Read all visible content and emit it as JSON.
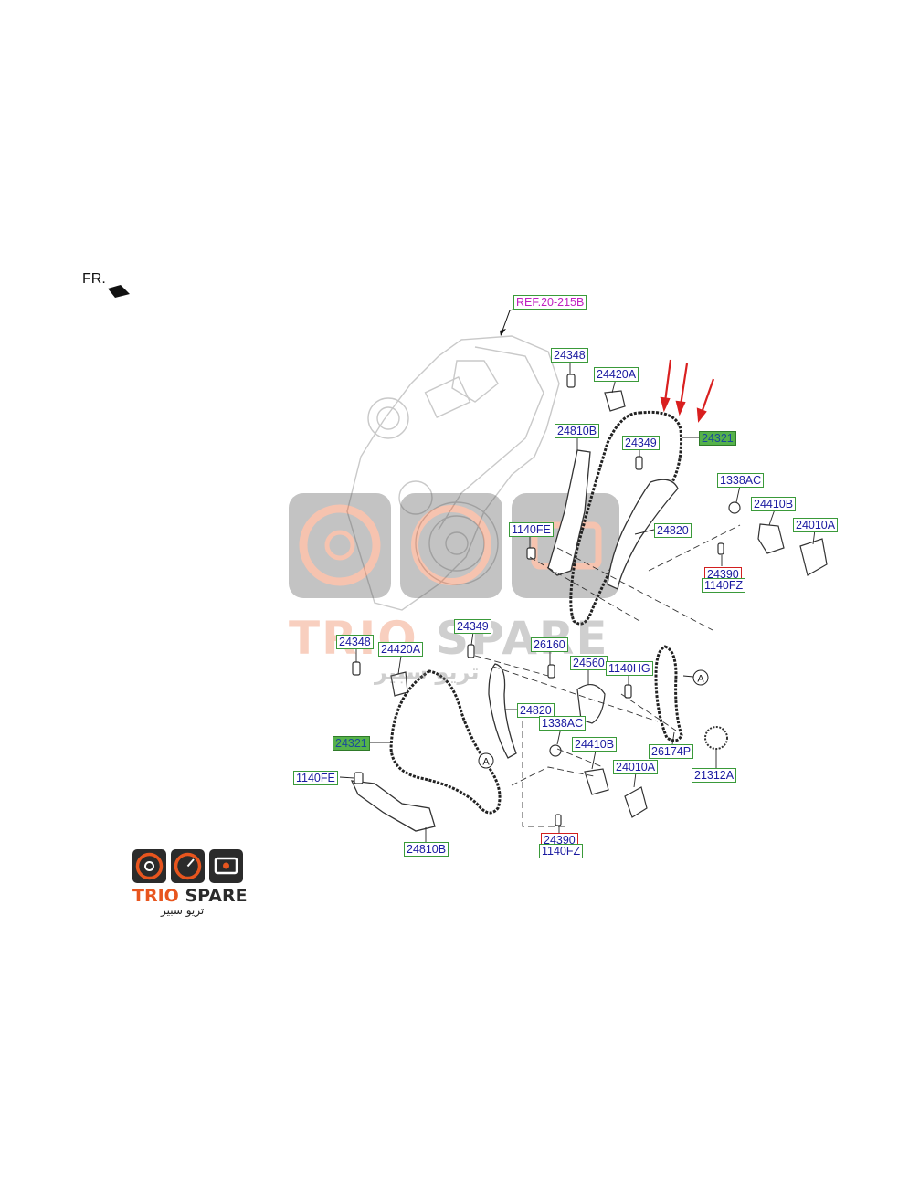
{
  "header": {
    "fr_label": "FR."
  },
  "reference": {
    "label": "REF.20-215B"
  },
  "watermark": {
    "brand_part1": "TRIO",
    "brand_part2": "SPARE",
    "arabic": "تريو سبير"
  },
  "logo": {
    "brand_part1": "TRIO",
    "brand_part2": "SPARE",
    "arabic": "تريو سبير"
  },
  "colors": {
    "accent_orange": "#e8551e",
    "arrow_red": "#d91f1f",
    "label_blue": "#1a1aa0",
    "label_green_border": "#3a9a3a",
    "label_filled_green": "#55b24a",
    "ref_magenta": "#c01fc0"
  },
  "callouts": {
    "circle_a": "A"
  },
  "parts_upper": {
    "p24348": "24348",
    "p24420A": "24420A",
    "p24810B": "24810B",
    "p24349": "24349",
    "p24321": "24321",
    "p1338AC": "1338AC",
    "p24410B": "24410B",
    "p24010A": "24010A",
    "p1140FE": "1140FE",
    "p24820": "24820",
    "p24390": "24390",
    "p1140FZ": "1140FZ"
  },
  "parts_lower": {
    "p24349": "24349",
    "p24348": "24348",
    "p24420A": "24420A",
    "p26160": "26160",
    "p24560": "24560",
    "p1140HG": "1140HG",
    "p24820": "24820",
    "p1338AC": "1338AC",
    "p24321": "24321",
    "p24410B": "24410B",
    "p26174P": "26174P",
    "p24010A": "24010A",
    "p21312A": "21312A",
    "p1140FE": "1140FE",
    "p24390": "24390",
    "p1140FZ": "1140FZ",
    "p24810B": "24810B"
  }
}
